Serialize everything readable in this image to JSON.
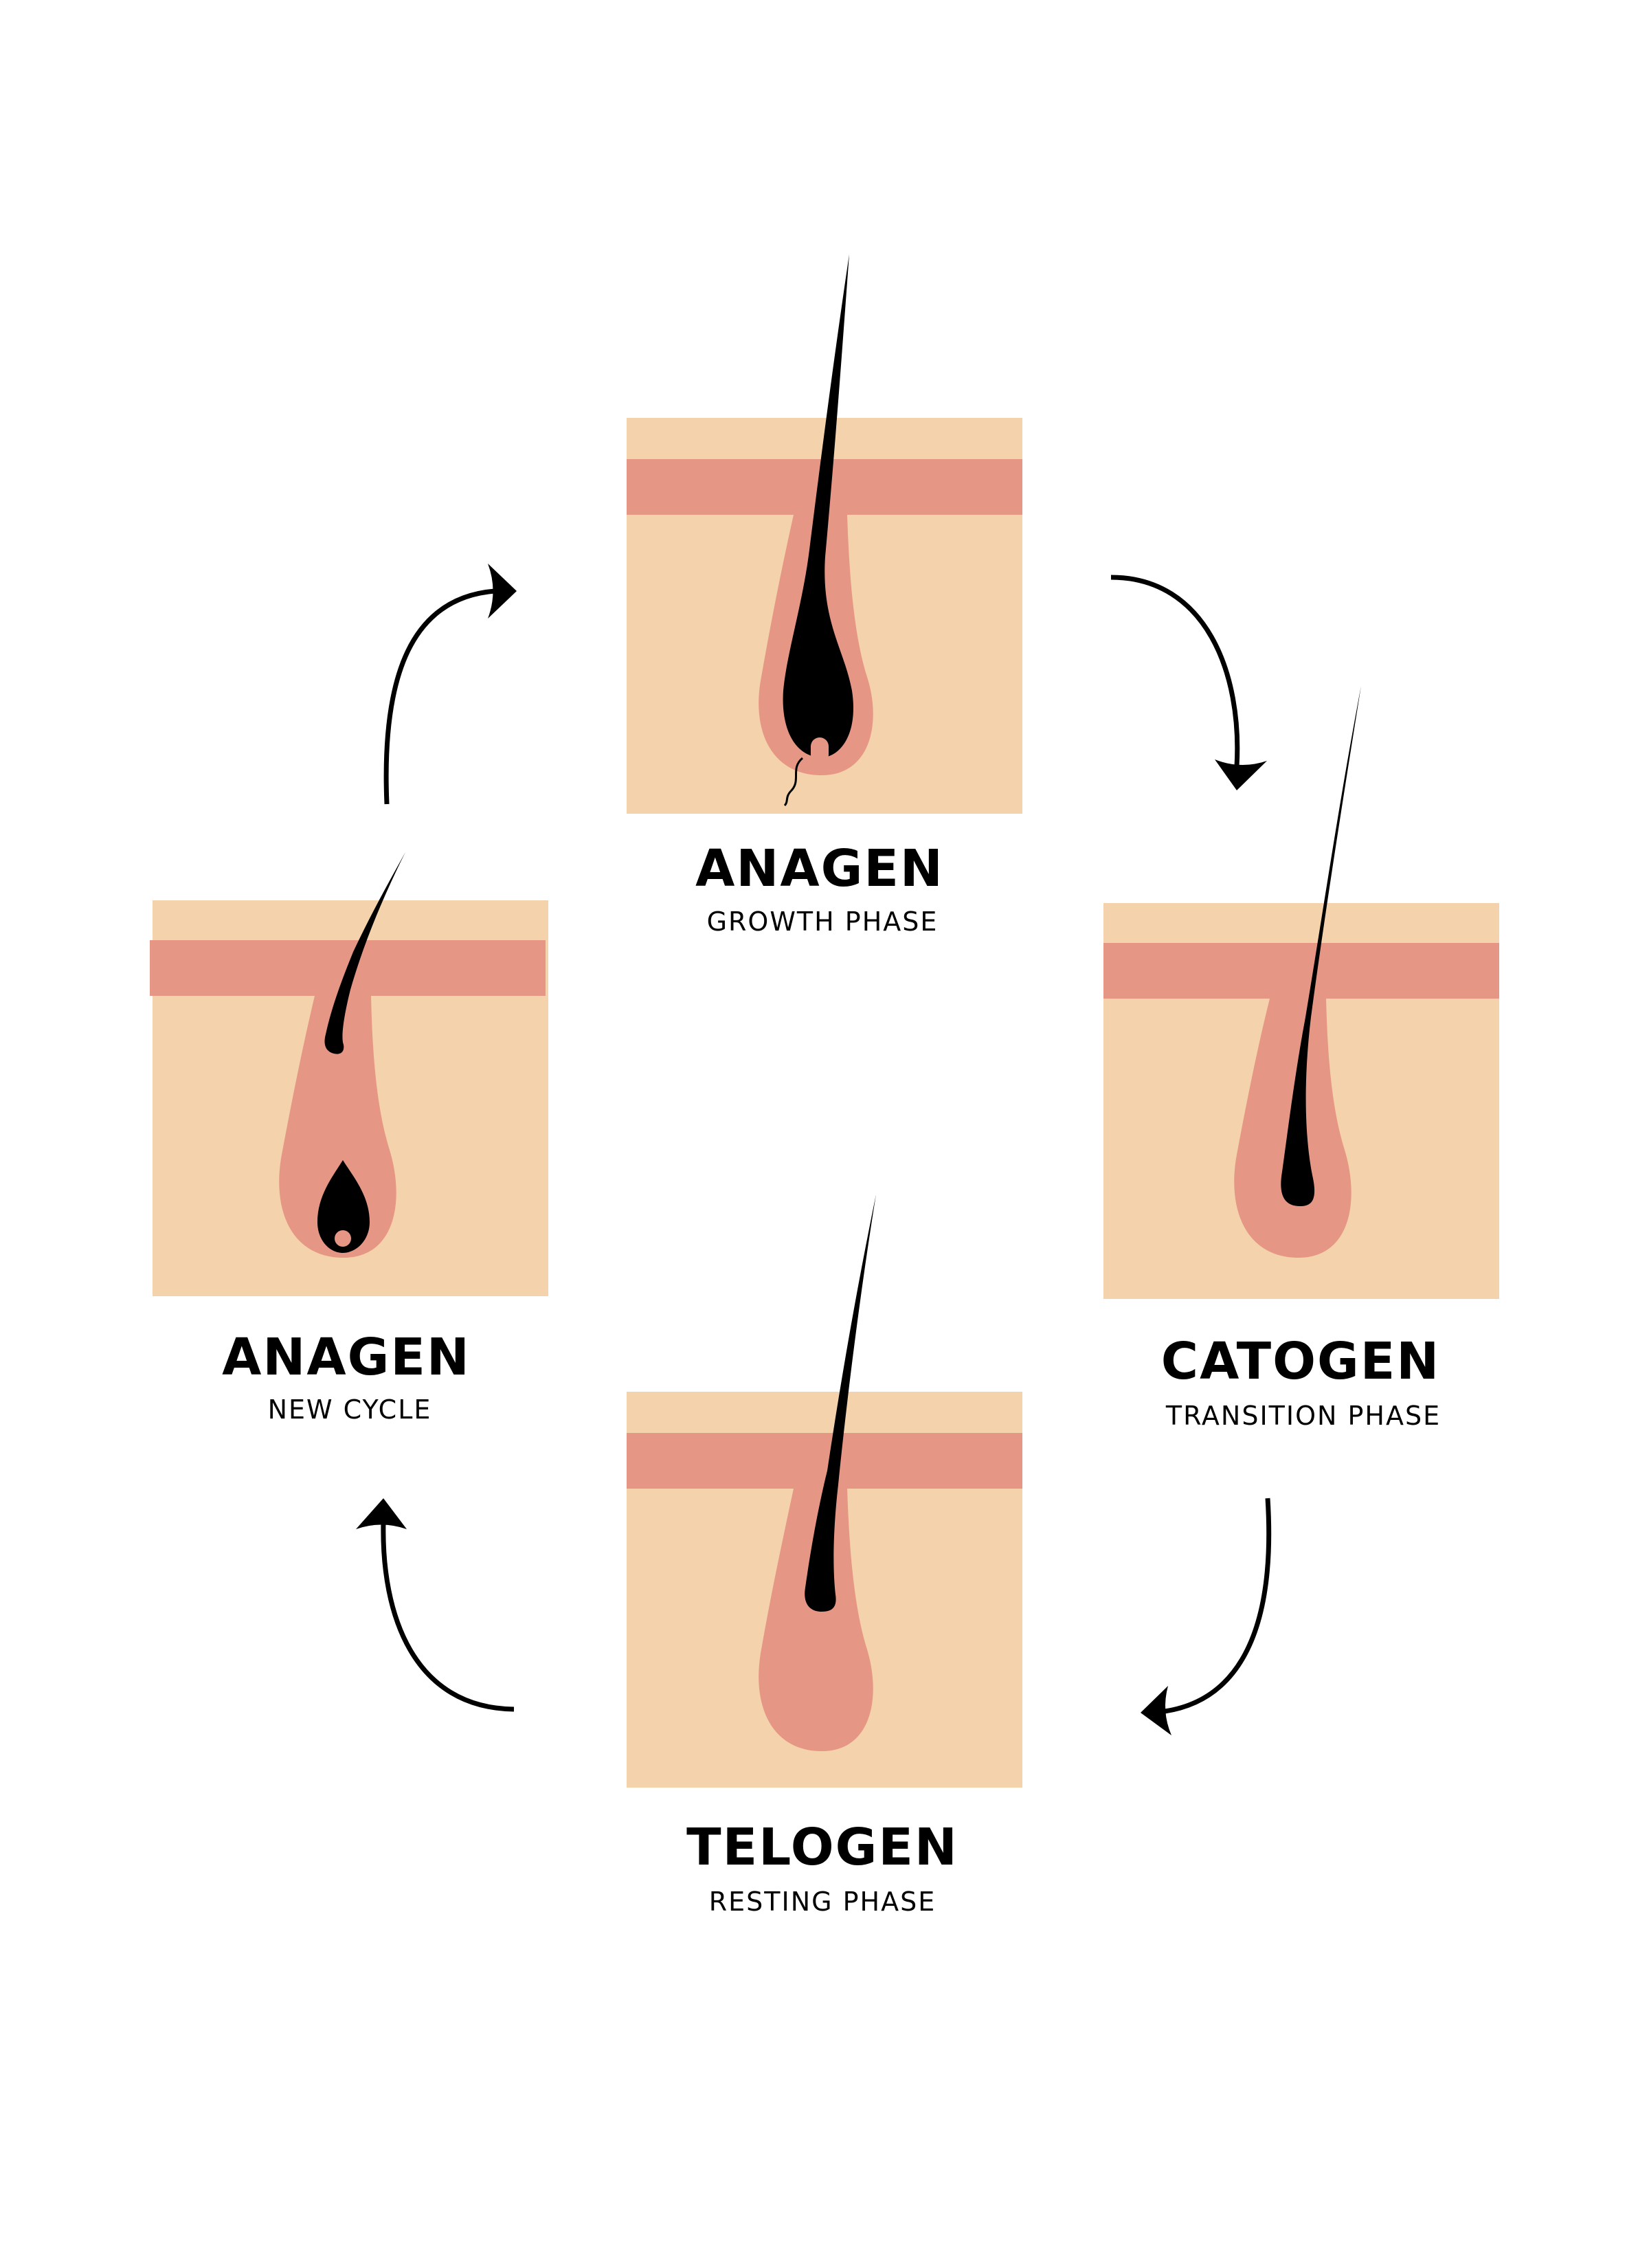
{
  "colors": {
    "background": "#ffffff",
    "skin": "#F3D2AC",
    "epidermis_band": "#E69684",
    "follicle": "#E69684",
    "hair": "#000000",
    "dermal_papilla": "#E69684",
    "arrow": "#000000",
    "text": "#000000"
  },
  "phases": [
    {
      "id": "anagen-growth",
      "title": "ANAGEN",
      "subtitle": "GROWTH PHASE",
      "hair_icon": "growing-hair-follicle-icon"
    },
    {
      "id": "catogen",
      "title": "CATOGEN",
      "subtitle": "TRANSITION PHASE",
      "hair_icon": "transition-hair-follicle-icon"
    },
    {
      "id": "telogen",
      "title": "TELOGEN",
      "subtitle": "RESTING PHASE",
      "hair_icon": "resting-hair-follicle-icon"
    },
    {
      "id": "anagen-new",
      "title": "ANAGEN",
      "subtitle": "NEW CYCLE",
      "hair_icon": "new-hair-follicle-icon"
    }
  ],
  "cycle_arrows": [
    {
      "from": "ANAGEN",
      "to": "CATOGEN",
      "icon": "curved-arrow-icon"
    },
    {
      "from": "CATOGEN",
      "to": "TELOGEN",
      "icon": "curved-arrow-icon"
    },
    {
      "from": "TELOGEN",
      "to": "ANAGEN",
      "icon": "curved-arrow-icon"
    },
    {
      "from": "ANAGEN",
      "to": "ANAGEN",
      "icon": "curved-arrow-icon"
    }
  ]
}
